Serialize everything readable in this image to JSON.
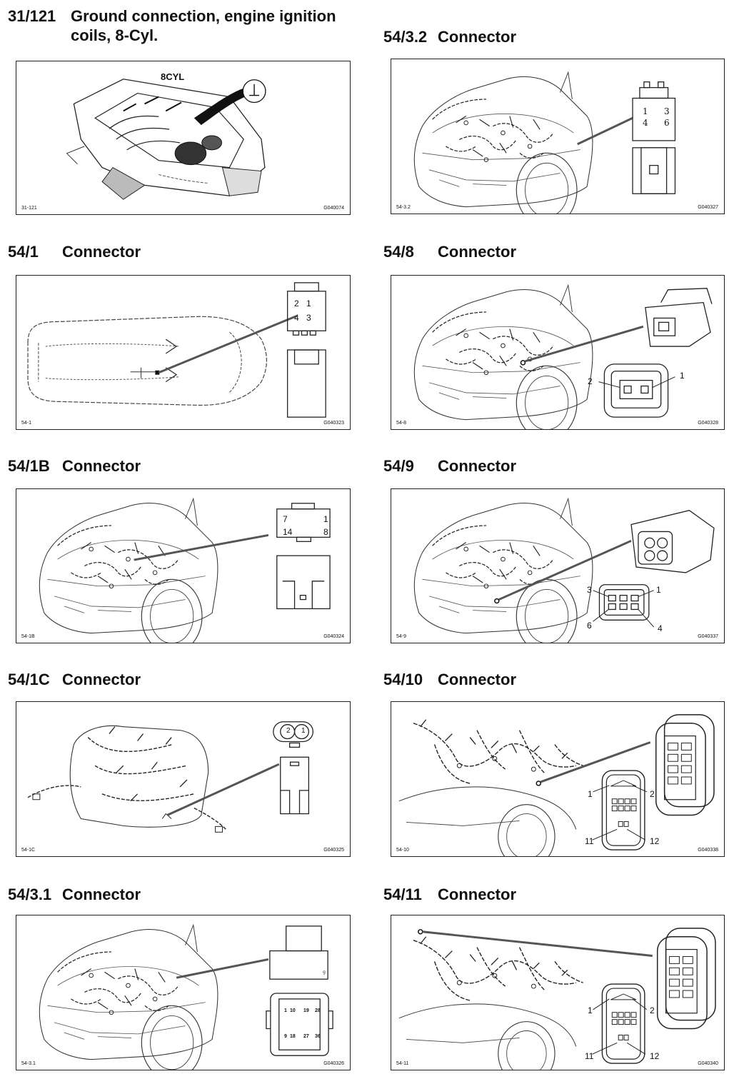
{
  "sections": [
    {
      "code": "31/121",
      "title_line1": "Ground connection, engine ignition",
      "title_line2": "coils, 8-Cyl.",
      "panel_left": "31-121",
      "panel_right": "G040074",
      "engine_label": "8CYL"
    },
    {
      "code": "54/3.2",
      "title": "Connector",
      "panel_left": "54-3.2",
      "panel_right": "G040327",
      "pins": [
        "1",
        "3",
        "4",
        "6"
      ]
    },
    {
      "code": "54/1",
      "title": "Connector",
      "panel_left": "54-1",
      "panel_right": "G040323",
      "pins": [
        "2",
        "1",
        "4",
        "3"
      ]
    },
    {
      "code": "54/8",
      "title": "Connector",
      "panel_left": "54-8",
      "panel_right": "G040328",
      "pins": [
        "2",
        "1"
      ]
    },
    {
      "code": "54/1B",
      "title": "Connector",
      "panel_left": "54-1B",
      "panel_right": "G040324",
      "pins": [
        "7",
        "1",
        "14",
        "8"
      ]
    },
    {
      "code": "54/9",
      "title": "Connector",
      "panel_left": "54-9",
      "panel_right": "G040337",
      "pins": [
        "3",
        "1",
        "6",
        "4"
      ]
    },
    {
      "code": "54/1C",
      "title": "Connector",
      "panel_left": "54-1C",
      "panel_right": "G040325",
      "pins": [
        "2",
        "1"
      ]
    },
    {
      "code": "54/10",
      "title": "Connector",
      "panel_left": "54-10",
      "panel_right": "G040338",
      "pins": [
        "1",
        "2",
        "11",
        "12"
      ]
    },
    {
      "code": "54/3.1",
      "title": "Connector",
      "panel_left": "54-3.1",
      "panel_right": "G040326",
      "pins": [
        "1",
        "10",
        "19",
        "28",
        "9",
        "18",
        "27",
        "36"
      ]
    },
    {
      "code": "54/11",
      "title": "Connector",
      "panel_left": "54-11",
      "panel_right": "G040340",
      "pins": [
        "1",
        "2",
        "11",
        "12"
      ]
    }
  ]
}
